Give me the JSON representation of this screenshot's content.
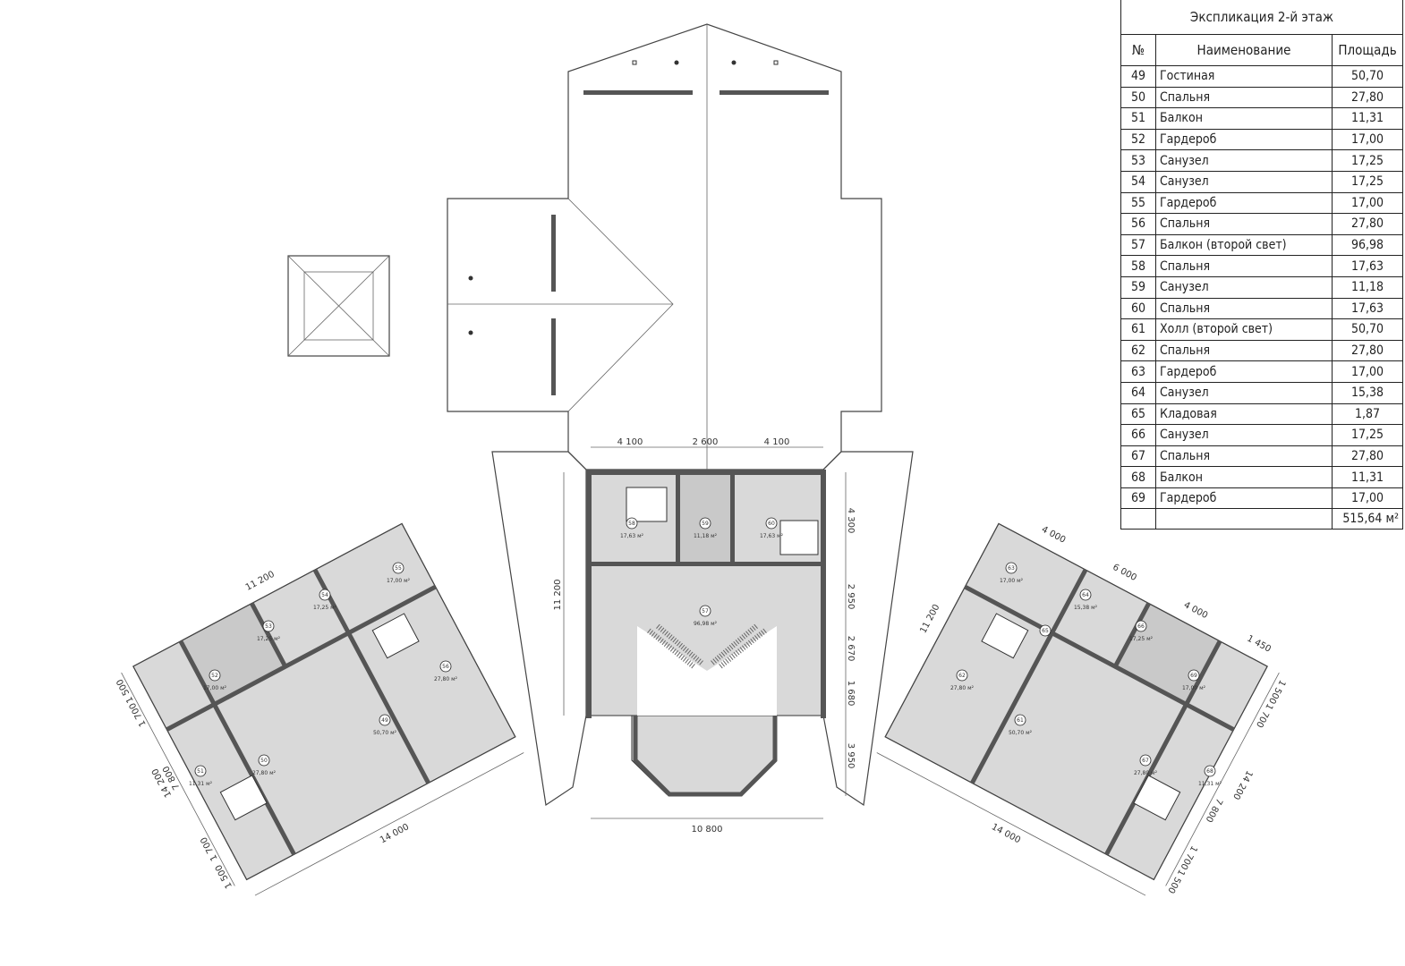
{
  "explication": {
    "title": "Экспликация 2-й этаж",
    "headers": {
      "num": "№",
      "name": "Наименование",
      "area": "Площадь"
    },
    "rows": [
      {
        "num": "49",
        "name": "Гостиная",
        "area": "50,70"
      },
      {
        "num": "50",
        "name": "Спальня",
        "area": "27,80"
      },
      {
        "num": "51",
        "name": "Балкон",
        "area": "11,31"
      },
      {
        "num": "52",
        "name": "Гардероб",
        "area": "17,00"
      },
      {
        "num": "53",
        "name": "Санузел",
        "area": "17,25"
      },
      {
        "num": "54",
        "name": "Санузел",
        "area": "17,25"
      },
      {
        "num": "55",
        "name": "Гардероб",
        "area": "17,00"
      },
      {
        "num": "56",
        "name": "Спальня",
        "area": "27,80"
      },
      {
        "num": "57",
        "name": "Балкон (второй свет)",
        "area": "96,98"
      },
      {
        "num": "58",
        "name": "Спальня",
        "area": "17,63"
      },
      {
        "num": "59",
        "name": "Санузел",
        "area": "11,18"
      },
      {
        "num": "60",
        "name": "Спальня",
        "area": "17,63"
      },
      {
        "num": "61",
        "name": "Холл (второй свет)",
        "area": "50,70"
      },
      {
        "num": "62",
        "name": "Спальня",
        "area": "27,80"
      },
      {
        "num": "63",
        "name": "Гардероб",
        "area": "17,00"
      },
      {
        "num": "64",
        "name": "Санузел",
        "area": "15,38"
      },
      {
        "num": "65",
        "name": "Кладовая",
        "area": "1,87"
      },
      {
        "num": "66",
        "name": "Санузел",
        "area": "17,25"
      },
      {
        "num": "67",
        "name": "Спальня",
        "area": "27,80"
      },
      {
        "num": "68",
        "name": "Балкон",
        "area": "11,31"
      },
      {
        "num": "69",
        "name": "Гардероб",
        "area": "17,00"
      }
    ],
    "total": "515,64 м²"
  },
  "dimensions": {
    "center": {
      "top": [
        "4 100",
        "2 600",
        "4 100"
      ],
      "bottom": "10 800",
      "left": "11 200",
      "right": [
        "4 300",
        "2 950",
        "2 670",
        "1 680",
        "3 950"
      ]
    },
    "left_wing": {
      "long": "14 000",
      "outer": "14 200",
      "inner": "11 200",
      "side": [
        "1 500",
        "1 700",
        "7 800",
        "1 700",
        "1 500"
      ]
    },
    "right_wing": {
      "top": [
        "4 000",
        "6 000",
        "4 000",
        "1 450"
      ],
      "long": "14 000",
      "outer": "14 200",
      "inner": "11 200",
      "side": [
        "1 500",
        "1 700",
        "7 800",
        "1 700",
        "1 500"
      ]
    }
  },
  "rooms": {
    "r58": {
      "num": "58",
      "area": "17,63 м²"
    },
    "r59": {
      "num": "59",
      "area": "11,18 м²"
    },
    "r60": {
      "num": "60",
      "area": "17,63 м²"
    },
    "r57": {
      "num": "57",
      "area": "96,98 м²"
    },
    "r49": {
      "num": "49",
      "area": "50,70 м²"
    },
    "r50": {
      "num": "50",
      "area": "27,80 м²"
    },
    "r51": {
      "num": "51",
      "area": "11,31 м²"
    },
    "r52": {
      "num": "52",
      "area": "17,00 м²"
    },
    "r53": {
      "num": "53",
      "area": "17,25 м²"
    },
    "r54": {
      "num": "54",
      "area": "17,25 м²"
    },
    "r55": {
      "num": "55",
      "area": "17,00 м²"
    },
    "r56": {
      "num": "56",
      "area": "27,80 м²"
    },
    "r61": {
      "num": "61",
      "area": "50,70 м²"
    },
    "r62": {
      "num": "62",
      "area": "27,80 м²"
    },
    "r63": {
      "num": "63",
      "area": "17,00 м²"
    },
    "r64": {
      "num": "64",
      "area": "15,38 м²"
    },
    "r65": {
      "num": "65",
      "area": ""
    },
    "r66": {
      "num": "66",
      "area": "17,25 м²"
    },
    "r67": {
      "num": "67",
      "area": "27,80 м²"
    },
    "r68": {
      "num": "68",
      "area": "11,31 м²"
    },
    "r69": {
      "num": "69",
      "area": "17,00 м²"
    }
  }
}
